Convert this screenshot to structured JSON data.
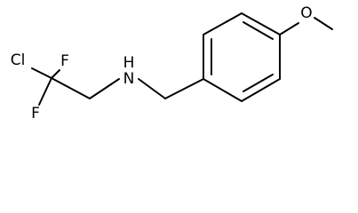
{
  "molecule": {
    "atoms": {
      "chlorine": "Cl",
      "fluorine_top": "F",
      "fluorine_bottom": "F",
      "nitrogen": "N",
      "hydrogen": "H",
      "oxygen": "O"
    }
  }
}
